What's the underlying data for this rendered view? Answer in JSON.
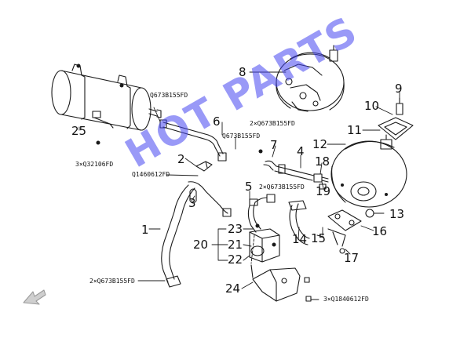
{
  "diagram": {
    "callouts": [
      "1",
      "2",
      "3",
      "4",
      "5",
      "6",
      "7",
      "8",
      "9",
      "10",
      "11",
      "12",
      "13",
      "14",
      "15",
      "16",
      "17",
      "18",
      "19",
      "20",
      "21",
      "22",
      "23",
      "24",
      "25"
    ],
    "part_codes": {
      "c_q0673_top": "Q673B155FD",
      "c_q0673_mid": "Q673B155FD",
      "c_2x_q0673_a": "2×Q673B155FD",
      "c_2x_q0673_b": "2×Q673B155FD",
      "c_2x_q0673_c": "2×Q673B155FD",
      "c_3x_q32106": "3×Q32106FD",
      "c_q1460612": "Q1460612FD",
      "c_3x_q1840612": "3×Q1840612FD"
    },
    "watermark": "HOT PARTS",
    "colors": {
      "line": "#1a1a1a",
      "watermark": "#4646f0",
      "arrow": "#9a9a9a"
    }
  }
}
